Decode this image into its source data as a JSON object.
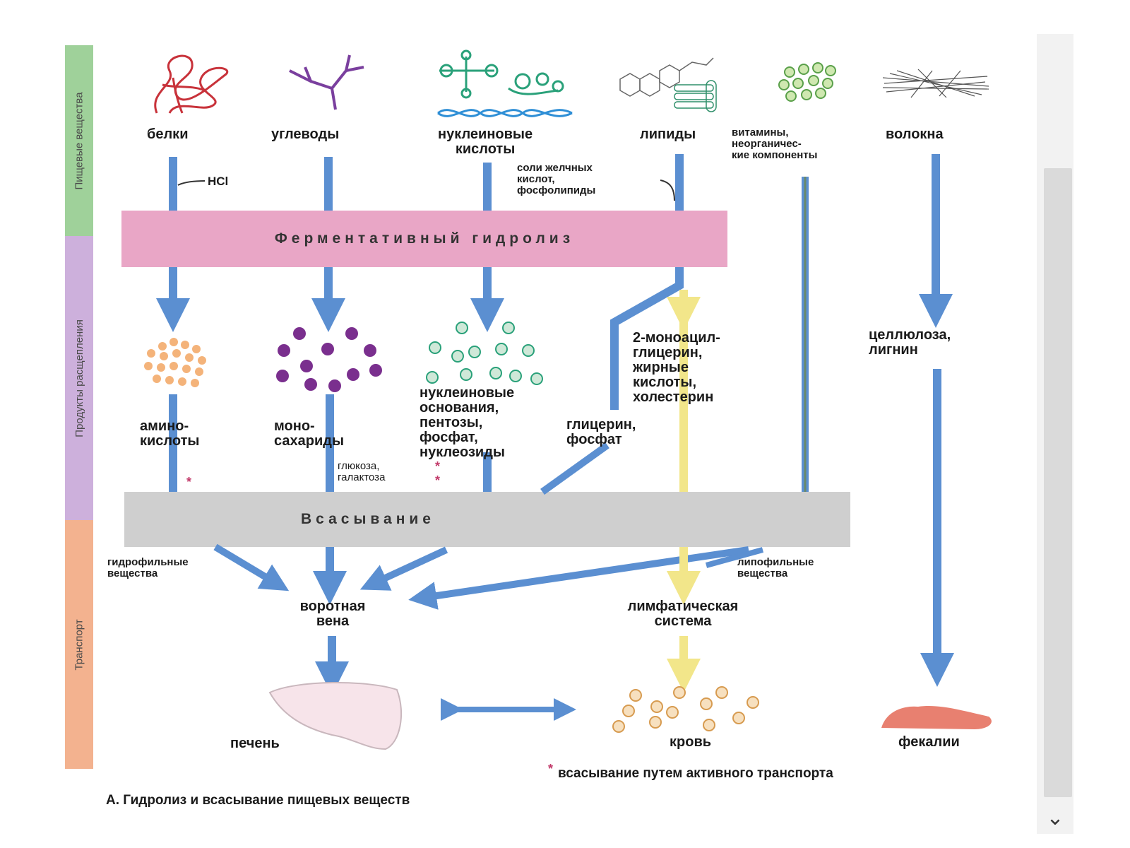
{
  "sections": {
    "nutrients": "Пищевые вещества",
    "products": "Продукты расщепления",
    "transport": "Транспорт"
  },
  "nutrients": {
    "proteins": "белки",
    "carbs": "углеводы",
    "nucleic": "нуклеиновые\nкислоты",
    "lipids": "липиды",
    "vitamins": "витамины,\nнеорганичес-\nкие компоненты",
    "fibers": "волокна"
  },
  "labels": {
    "hcl": "HCl",
    "bile": "соли желчных\nкислот,\nфосфолипиды"
  },
  "bands": {
    "hydrolysis": "Ферментативный гидролиз",
    "absorption": "Всасывание"
  },
  "products": {
    "amino": "амино-\nкислоты",
    "mono": "моно-\nсахариды",
    "nucleic_products": "нуклеиновые\nоснования,\nпентозы,\nфосфат,\nнуклеозиды",
    "glycerol": "глицерин,\nфосфат",
    "lipid_products": "2-моноацил-\nглицерин,\nжирные\nкислоты,\nхолестерин",
    "cellulose": "целлюлоза,\nлигнин",
    "glucose": "глюкоза,\nгалактоза"
  },
  "transport": {
    "hydrophilic": "гидрофильные\nвещества",
    "lipophilic": "липофильные\nвещества",
    "portal": "воротная\nвена",
    "lymph": "лимфатическая\nсистема"
  },
  "destinations": {
    "liver": "печень",
    "blood": "кровь",
    "feces": "фекалии"
  },
  "footnote": "всасывание путем активного транспорта",
  "caption": "А. Гидролиз и всасывание пищевых веществ",
  "colors": {
    "arrow": "#5b8fd1",
    "yellow_arrow": "#f2e68a",
    "hydrolysis_band": "#e9a6c6",
    "absorption_band": "#cfcfcf",
    "band_green": "#9fd19a",
    "band_purple": "#cdb0dc",
    "band_orange": "#f3b28f",
    "star": "#c23a6a"
  }
}
